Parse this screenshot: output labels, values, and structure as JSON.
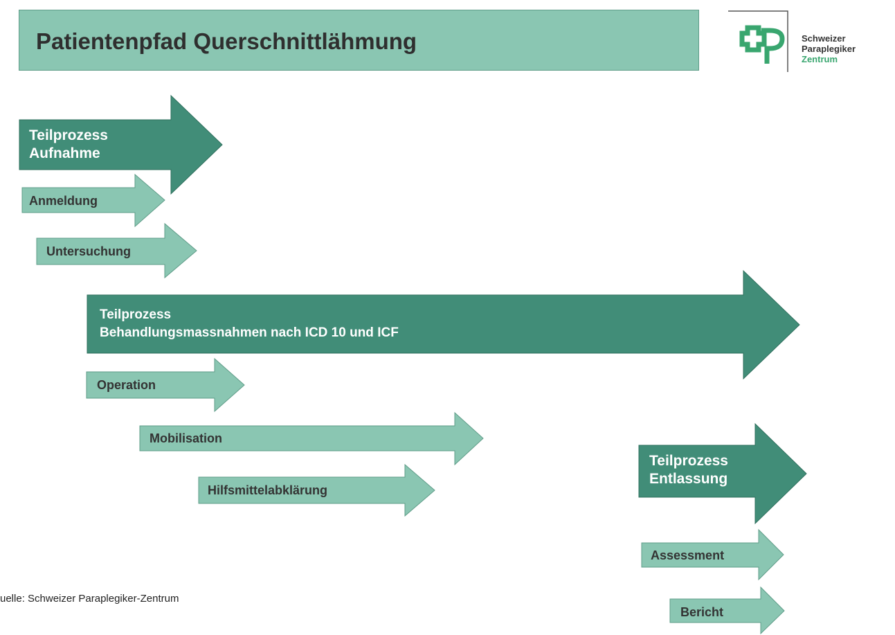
{
  "title": "Patientenpfad Querschnittlähmung",
  "logo": {
    "line1": "Schweizer",
    "line2": "Paraplegiker",
    "line3": "Zentrum"
  },
  "colors": {
    "title_bg": "#8ac6b2",
    "main_arrow": "#418d78",
    "sub_arrow": "#8ac6b2",
    "logo_green": "#39a66f"
  },
  "processes": {
    "aufnahme": {
      "line1": "Teilprozess",
      "line2": "Aufnahme",
      "steps": [
        "Anmeldung",
        "Untersuchung"
      ]
    },
    "behandlung": {
      "line1": "Teilprozess",
      "line2": "Behandlungsmassnahmen nach ICD 10 und ICF",
      "steps": [
        "Operation",
        "Mobilisation",
        "Hilfsmittelabklärung"
      ]
    },
    "entlassung": {
      "line1": "Teilprozess",
      "line2": "Entlassung",
      "steps": [
        "Assessment",
        "Bericht"
      ]
    }
  },
  "source": "uelle: Schweizer Paraplegiker-Zentrum"
}
